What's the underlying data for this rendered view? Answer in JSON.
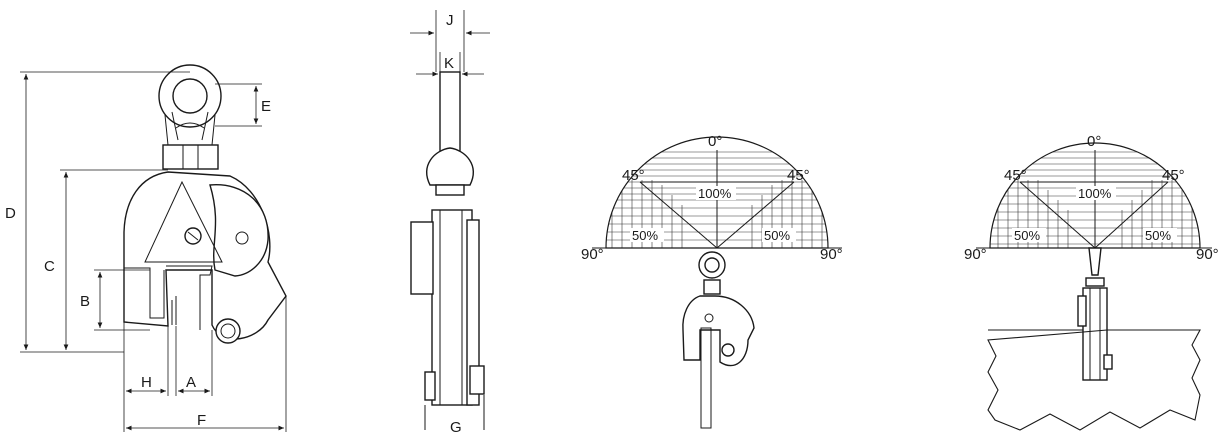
{
  "dimension_labels": {
    "A": "A",
    "B": "B",
    "C": "C",
    "D": "D",
    "E": "E",
    "F": "F",
    "G": "G",
    "H": "H",
    "J": "J",
    "K": "K"
  },
  "angle_chart_1": {
    "top": "0°",
    "left45": "45°",
    "right45": "45°",
    "left90": "90°",
    "right90": "90°",
    "center_pct": "100%",
    "left_pct": "50%",
    "right_pct": "50%"
  },
  "angle_chart_2": {
    "top": "0°",
    "left45": "45°",
    "right45": "45°",
    "left90": "90°",
    "right90": "90°",
    "center_pct": "100%",
    "left_pct": "50%",
    "right_pct": "50%"
  }
}
